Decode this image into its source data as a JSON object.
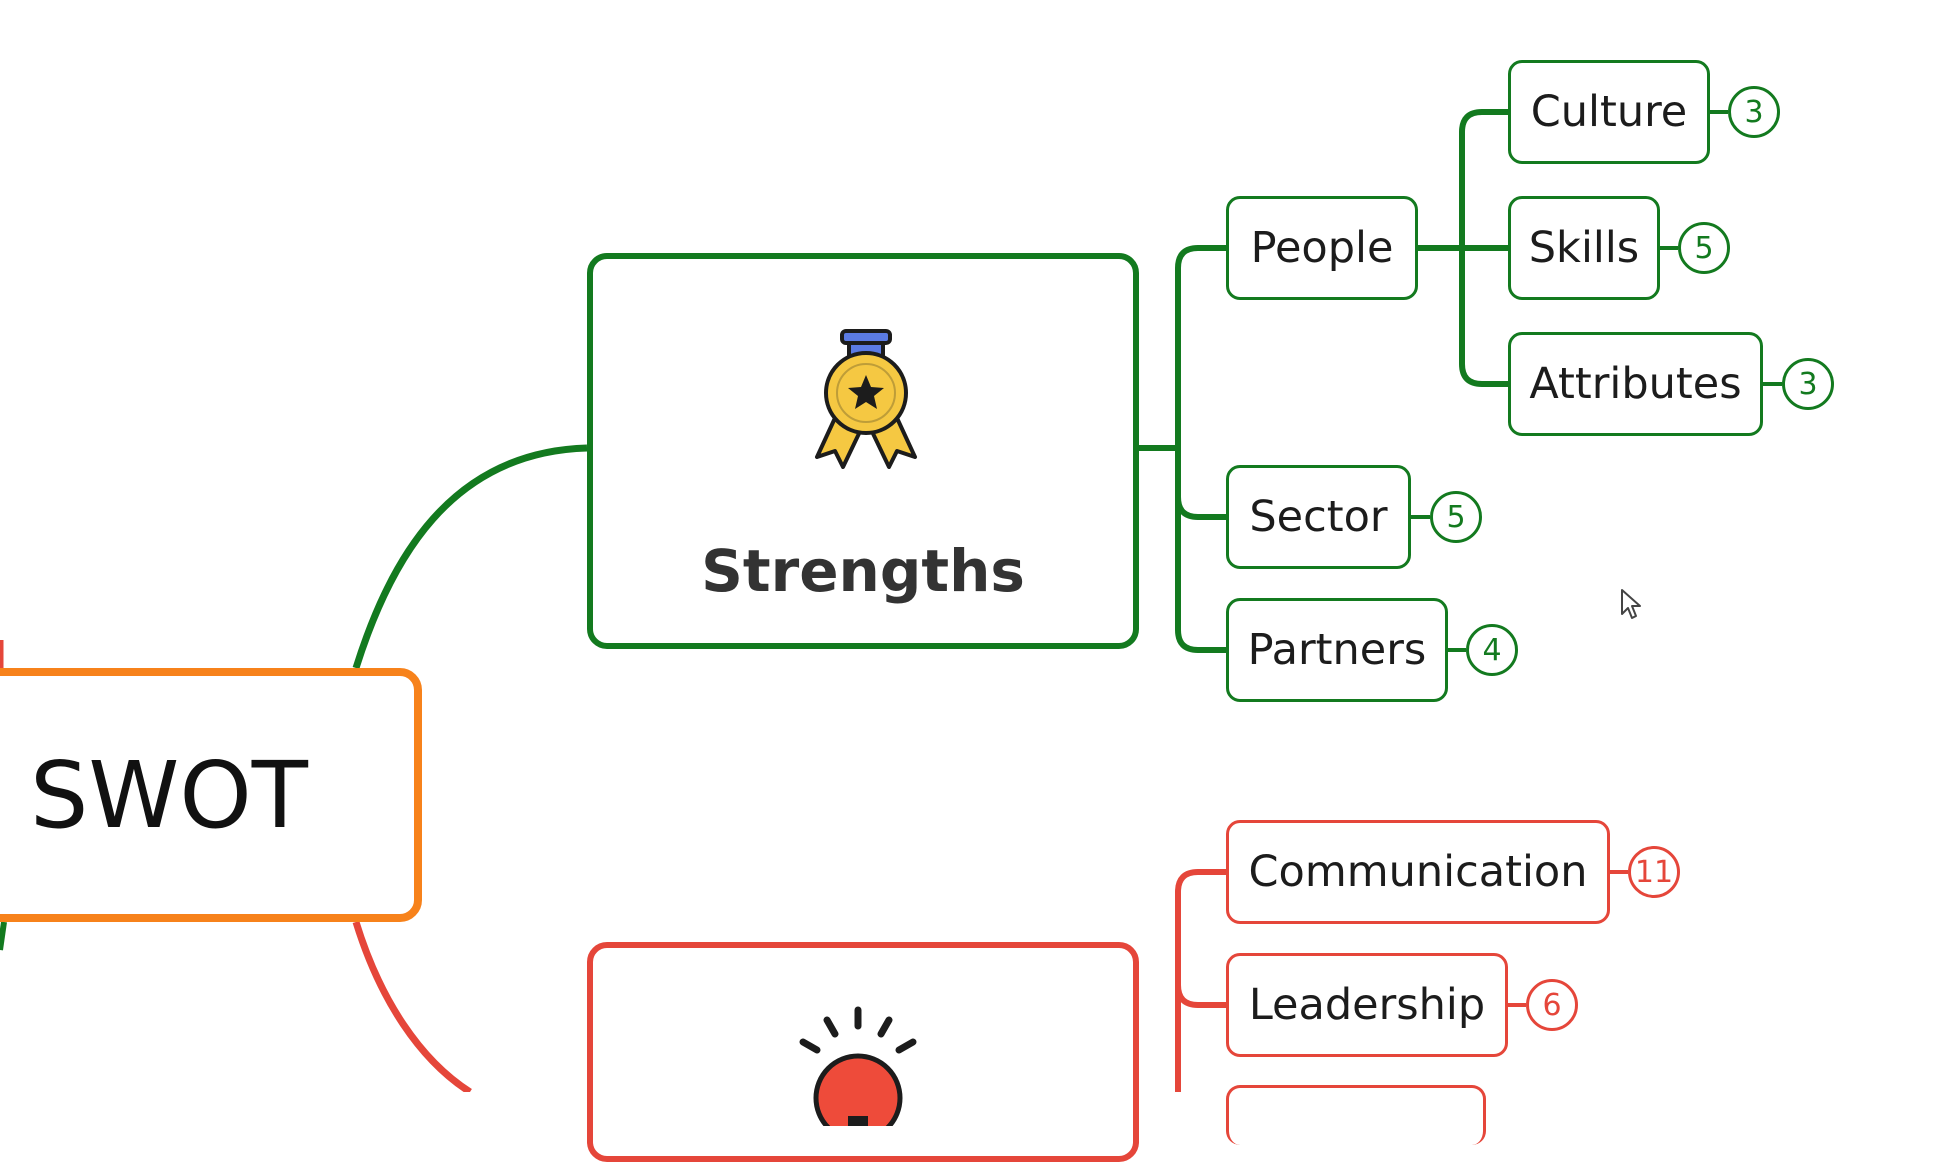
{
  "root": {
    "label": "SWOT",
    "color": "#f7821b"
  },
  "branches": [
    {
      "label": "Strengths",
      "color": "#137a1f",
      "icon": "award-medal-icon",
      "children": [
        {
          "label": "People",
          "children": [
            {
              "label": "Culture",
              "count": "3"
            },
            {
              "label": "Skills",
              "count": "5"
            },
            {
              "label": "Attributes",
              "count": "3"
            }
          ]
        },
        {
          "label": "Sector",
          "count": "5"
        },
        {
          "label": "Partners",
          "count": "4"
        }
      ]
    },
    {
      "label": "",
      "color": "#e5463a",
      "icon": "lightbulb-icon",
      "children": [
        {
          "label": "Communication",
          "count": "11"
        },
        {
          "label": "Leadership",
          "count": "6"
        }
      ]
    }
  ]
}
